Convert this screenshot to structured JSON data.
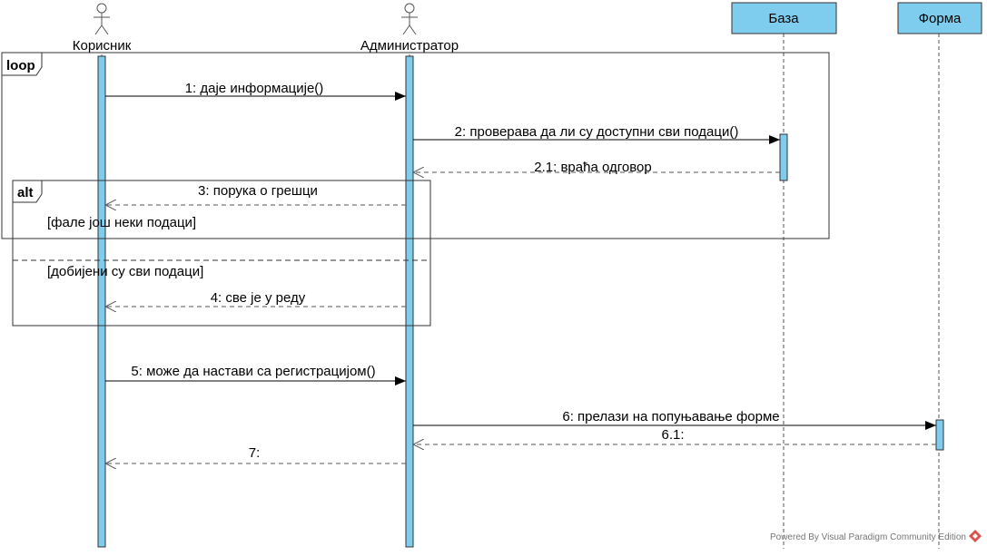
{
  "participants": [
    {
      "id": "korisnik",
      "kind": "actor",
      "label": "Корисник"
    },
    {
      "id": "admin",
      "kind": "actor",
      "label": "Администратор"
    },
    {
      "id": "baza",
      "kind": "box",
      "label": "База"
    },
    {
      "id": "forma",
      "kind": "box",
      "label": "Форма"
    }
  ],
  "fragments": {
    "loop": {
      "title": "loop"
    },
    "alt": {
      "title": "alt",
      "guard_1": "[фале још неки подаци]",
      "guard_2": "[добијени су сви подаци]"
    }
  },
  "messages": [
    {
      "label": "1: даје информације()",
      "from": "korisnik",
      "to": "admin",
      "type": "sync"
    },
    {
      "label": "2: проверава да ли су доступни сви подаци()",
      "from": "admin",
      "to": "baza",
      "type": "sync"
    },
    {
      "label": "2.1: враћа одговор",
      "from": "baza",
      "to": "admin",
      "type": "return"
    },
    {
      "label": "3: порука о грешци",
      "from": "admin",
      "to": "korisnik",
      "type": "return"
    },
    {
      "label": "4: све је у реду",
      "from": "admin",
      "to": "korisnik",
      "type": "return"
    },
    {
      "label": "5: може да настави са регистрацијом()",
      "from": "korisnik",
      "to": "admin",
      "type": "sync"
    },
    {
      "label": "6: прелази на попуњавање форме",
      "from": "admin",
      "to": "forma",
      "type": "sync"
    },
    {
      "label": "6.1:",
      "from": "forma",
      "to": "admin",
      "type": "return"
    },
    {
      "label": "7:",
      "from": "admin",
      "to": "korisnik",
      "type": "return"
    }
  ],
  "watermark": "Powered By  Visual Paradigm Community Edition",
  "colors": {
    "participant_fill": "#7fcdee",
    "activation_fill": "#7fcdee",
    "line": "#000000"
  }
}
